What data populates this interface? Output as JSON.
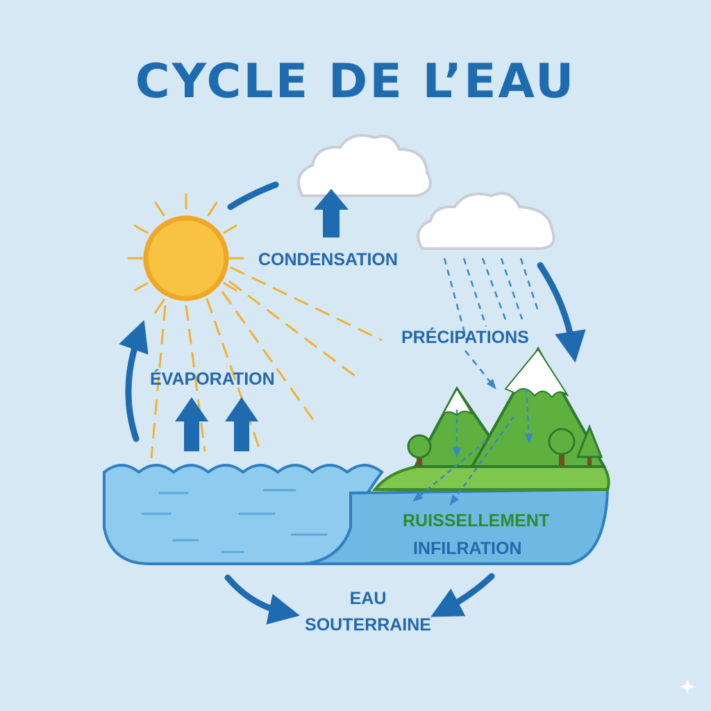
{
  "title": "CYCLE DE L’EAU",
  "labels": {
    "condensation": "CONDENSATION",
    "precipitations": "PRÉCIPATIONS",
    "evaporation": "ÉVAPORATION",
    "ruissellement": "RUISSELLEMENT",
    "infiltration": "INFILRATION",
    "groundwater_line1": "EAU",
    "groundwater_line2": "SOUTERRAINE"
  },
  "colors": {
    "background": "#d6e8f3",
    "accent_blue": "#1f6bb0",
    "water": "#8ecbee",
    "water_dark": "#6fb8e4",
    "sun": "#f7c341",
    "sun_ray": "#f0b233",
    "grass": "#66b93c",
    "mountain": "#5eb13e",
    "snow": "#ffffff",
    "label_green": "#2e8a2e"
  },
  "icons": [
    "sun-icon",
    "cloud-icon",
    "mountain-icon",
    "tree-icon",
    "arrow-icon",
    "sparkle-icon"
  ]
}
